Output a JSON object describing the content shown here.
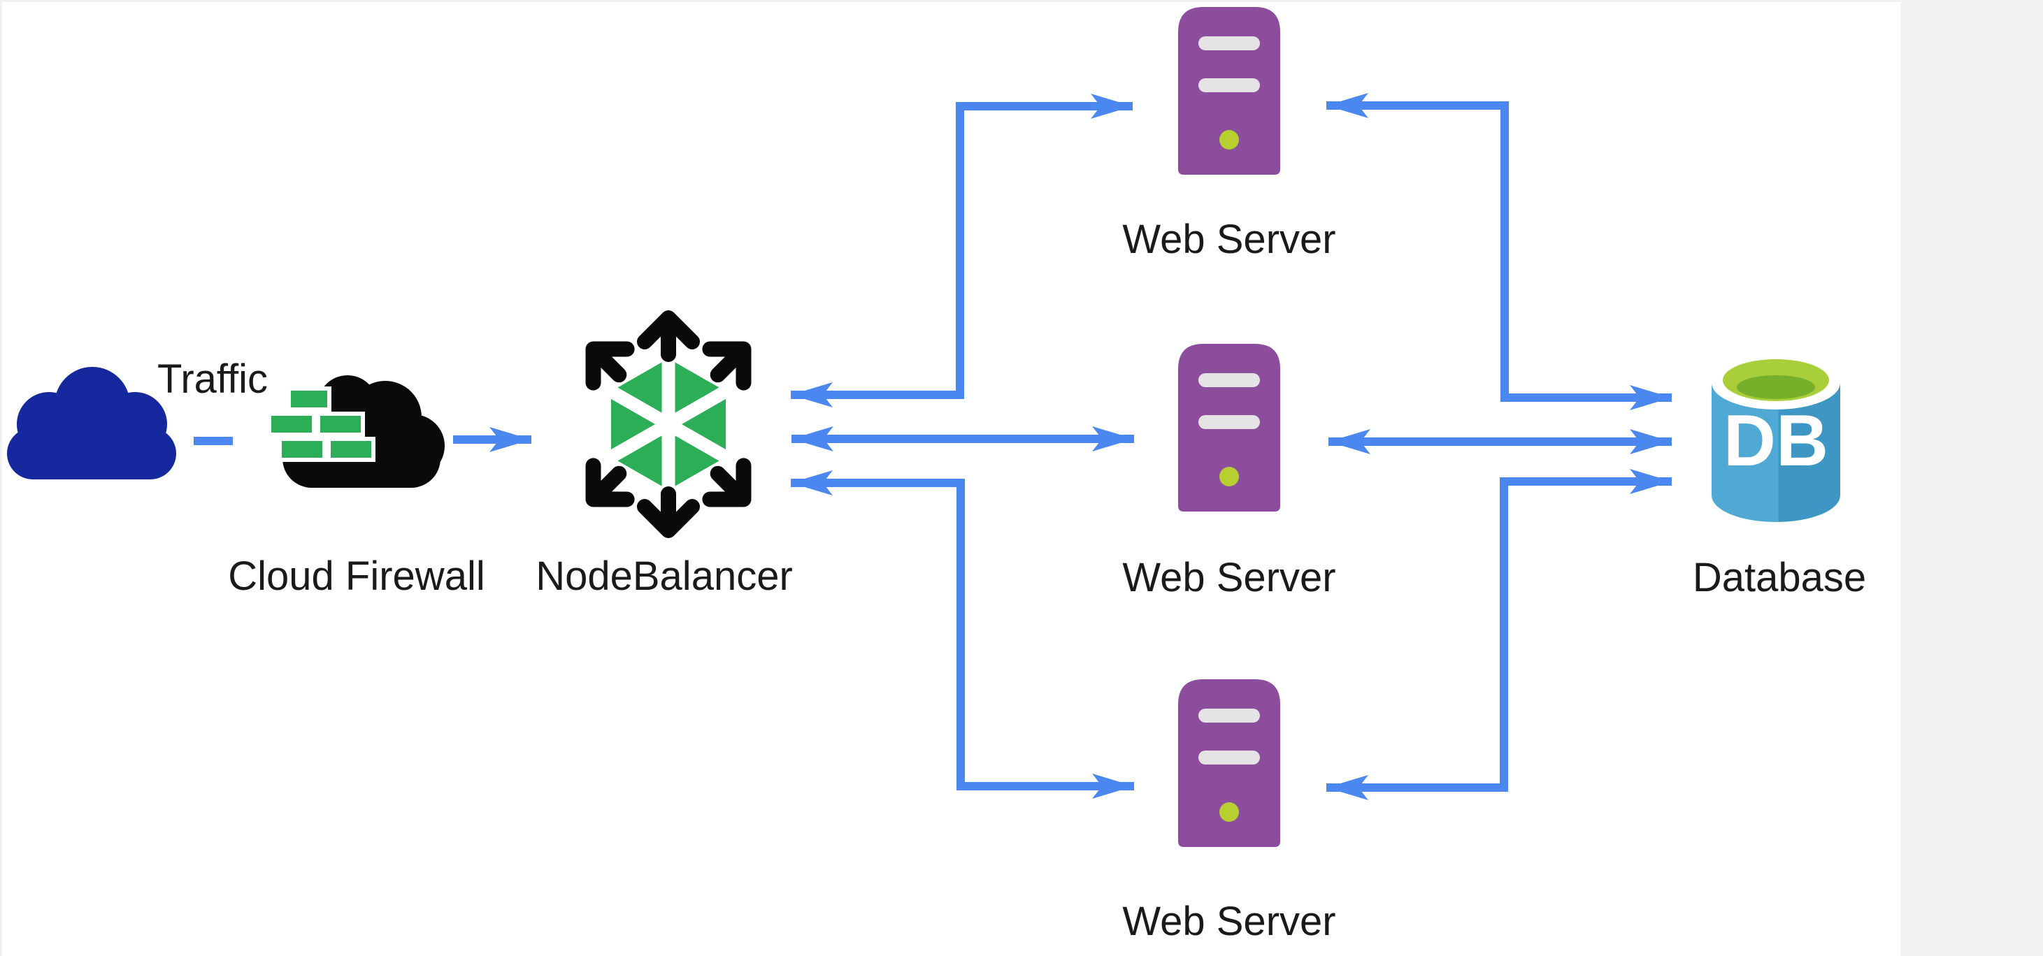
{
  "page": {
    "background": "#ffffff",
    "top_border_color": "#f1f1f1",
    "left_border_color": "#f1f1f1",
    "side_panel_color": "#f2f2f2"
  },
  "diagram": {
    "colors": {
      "arrow": "#4a87ef",
      "black": "#0a0a0a",
      "green": "#2bae55",
      "traffic_cloud": "#16289e",
      "server": "#8b4d9c",
      "server_slot": "#e6e3e7",
      "led": "#b8cf30",
      "db_left": "#4fa9d4",
      "db_right": "#3d96c3",
      "db_top": "#a8ce3a",
      "db_top_inner": "#76b02a",
      "db_text": "#ffffff",
      "label": "#1a1a1a"
    },
    "nodes": [
      {
        "id": "traffic",
        "label": "Traffic"
      },
      {
        "id": "cloud-firewall",
        "label": "Cloud Firewall"
      },
      {
        "id": "nodebalancer",
        "label": "NodeBalancer"
      },
      {
        "id": "web-server-1",
        "label": "Web Server"
      },
      {
        "id": "web-server-2",
        "label": "Web Server"
      },
      {
        "id": "web-server-3",
        "label": "Web Server"
      },
      {
        "id": "database",
        "label": "Database",
        "badge": "DB"
      }
    ],
    "edges": [
      {
        "from": "traffic",
        "to": "cloud-firewall",
        "style": "dashed-line"
      },
      {
        "from": "cloud-firewall",
        "to": "nodebalancer",
        "style": "arrow"
      },
      {
        "from": "nodebalancer",
        "to": "web-server-1",
        "style": "double-headed-elbow"
      },
      {
        "from": "nodebalancer",
        "to": "web-server-2",
        "style": "double-headed-straight"
      },
      {
        "from": "nodebalancer",
        "to": "web-server-3",
        "style": "double-headed-elbow"
      },
      {
        "from": "web-server-1",
        "to": "database",
        "style": "double-headed-elbow"
      },
      {
        "from": "web-server-2",
        "to": "database",
        "style": "double-headed-straight"
      },
      {
        "from": "web-server-3",
        "to": "database",
        "style": "double-headed-elbow"
      }
    ]
  }
}
